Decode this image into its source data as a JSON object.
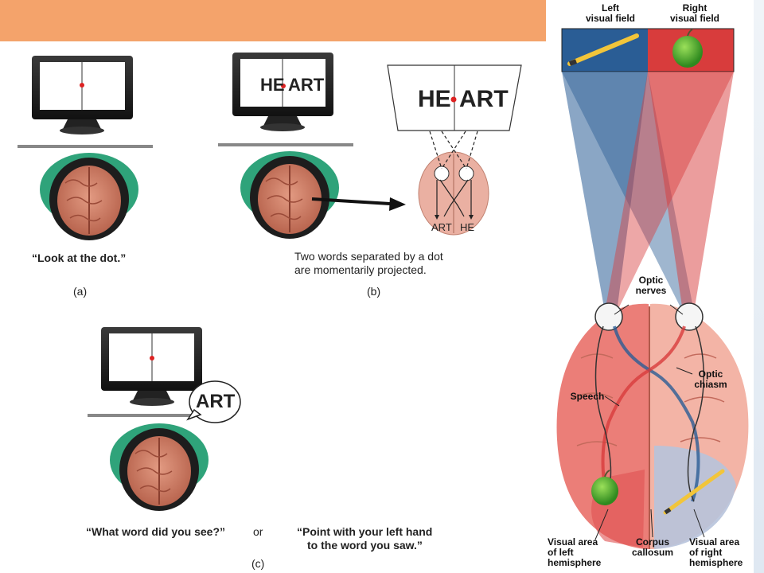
{
  "panels": {
    "a": {
      "caption": "“Look at the dot.”",
      "label": "(a)"
    },
    "b": {
      "caption_line1": "Two words separated by a dot",
      "caption_line2": "are momentarily projected.",
      "label": "(b)",
      "screen_left": "HE",
      "screen_right": "ART",
      "zoom_left": "HE",
      "zoom_right": "ART",
      "brain_left_out": "ART",
      "brain_right_out": "HE"
    },
    "c": {
      "speech_bubble": "ART",
      "caption_left": "“What word did you see?”",
      "caption_or": "or",
      "caption_right_line1": "“Point with your left hand",
      "caption_right_line2": "to the word you saw.”",
      "label": "(c)"
    }
  },
  "anatomy": {
    "left_field_line1": "Left",
    "left_field_line2": "visual field",
    "right_field_line1": "Right",
    "right_field_line2": "visual field",
    "optic_nerves_line1": "Optic",
    "optic_nerves_line2": "nerves",
    "optic_chiasm_line1": "Optic",
    "optic_chiasm_line2": "chiasm",
    "speech": "Speech",
    "visual_left_line1": "Visual area",
    "visual_left_line2": "of left",
    "visual_left_line3": "hemisphere",
    "corpus_line1": "Corpus",
    "corpus_line2": "callosum",
    "visual_right_line1": "Visual area",
    "visual_right_line2": "of right",
    "visual_right_line3": "hemisphere"
  },
  "colors": {
    "banner": "#f4a36b",
    "left_field": "#2a5d95",
    "right_field": "#d83c3c",
    "shirt": "#2fa37a",
    "brain": "#e8a08c"
  }
}
